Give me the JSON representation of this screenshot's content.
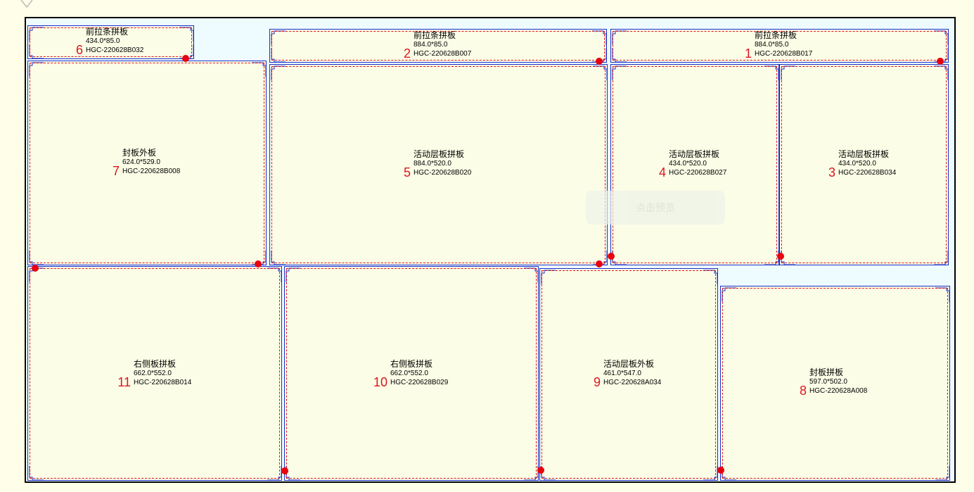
{
  "ghost_label": "点击预览",
  "pieces": [
    {
      "num": "1",
      "name": "前拉条拼板",
      "dim": "884.0*85.0",
      "code": "HGC-220628B017"
    },
    {
      "num": "2",
      "name": "前拉条拼板",
      "dim": "884.0*85.0",
      "code": "HGC-220628B007"
    },
    {
      "num": "3",
      "name": "活动层板拼板",
      "dim": "434.0*520.0",
      "code": "HGC-220628B034"
    },
    {
      "num": "4",
      "name": "活动层板拼板",
      "dim": "434.0*520.0",
      "code": "HGC-220628B027"
    },
    {
      "num": "5",
      "name": "活动层板拼板",
      "dim": "884.0*520.0",
      "code": "HGC-220628B020"
    },
    {
      "num": "6",
      "name": "前拉条拼板",
      "dim": "434.0*85.0",
      "code": "HGC-220628B032"
    },
    {
      "num": "7",
      "name": "封板外板",
      "dim": "624.0*529.0",
      "code": "HGC-220628B008"
    },
    {
      "num": "8",
      "name": "封板拼板",
      "dim": "597.0*502.0",
      "code": "HGC-220628A008"
    },
    {
      "num": "9",
      "name": "活动层板外板",
      "dim": "461.0*547.0",
      "code": "HGC-220628A034"
    },
    {
      "num": "10",
      "name": "右侧板拼板",
      "dim": "662.0*552.0",
      "code": "HGC-220628B029"
    },
    {
      "num": "11",
      "name": "右侧板拼板",
      "dim": "662.0*552.0",
      "code": "HGC-220628B014"
    }
  ],
  "colors": {
    "sheet_bg": "#eefcff",
    "piece_bg": "#fbfde6",
    "outline": "#1a2ecc",
    "cut_line": "#e0141e",
    "marker": "#e80010"
  }
}
